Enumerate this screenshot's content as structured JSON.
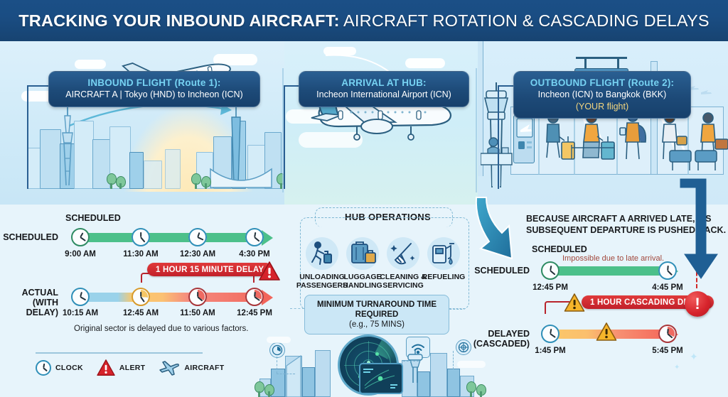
{
  "header": {
    "title_bold": "TRACKING YOUR INBOUND AIRCRAFT:",
    "title_light": " AIRCRAFT ROTATION & CASCADING DELAYS"
  },
  "badges": [
    {
      "line1": "INBOUND FLIGHT (Route 1):",
      "line2": "AIRCRAFT A | Tokyo (HND) to Incheon (ICN)",
      "line3": ""
    },
    {
      "line1": "ARRIVAL AT HUB:",
      "line2": "Incheon International Airport (ICN)",
      "line3": ""
    },
    {
      "line1": "OUTBOUND FLIGHT (Route 2):",
      "line2": "Incheon (ICN) to Bangkok (BKK)",
      "line3": "(YOUR flight)"
    }
  ],
  "left_panel": {
    "scheduled_row_label": "SCHEDULED",
    "scheduled_caption": "SCHEDULED",
    "scheduled_times": [
      "9:00 AM",
      "11:30 AM",
      "12:30 AM",
      "4:30 PM"
    ],
    "actual_row_label_line1": "ACTUAL",
    "actual_row_label_line2": "(WITH DELAY)",
    "actual_times": [
      "10:15 AM",
      "12:45 AM",
      "11:50 AM",
      "12:45 PM"
    ],
    "delay_pill": "1 HOUR 15 MINUTE DELAY",
    "footnote": "Original sector is delayed due to various factors."
  },
  "hub_panel": {
    "title": "HUB OPERATIONS",
    "operations": [
      {
        "icon": "passenger-walking-icon",
        "label_line1": "UNLOADING",
        "label_line2": "PASSENGERS"
      },
      {
        "icon": "suitcase-icon",
        "label_line1": "LUGGAGE",
        "label_line2": "HANDLING"
      },
      {
        "icon": "broom-sparkle-icon",
        "label_line1": "CLEANING &",
        "label_line2": "SERVICING"
      },
      {
        "icon": "fuel-pump-icon",
        "label_line1": "REFUELING",
        "label_line2": ""
      }
    ],
    "turnaround_line1": "MINIMUM TURNAROUND TIME REQUIRED",
    "turnaround_line2": "(e.g., 75 MINS)"
  },
  "right_panel": {
    "explanation_line1": "BECAUSE AIRCRAFT A ARRIVED LATE, ITS",
    "explanation_line2": "SUBSEQUENT DEPARTURE IS PUSHED BACK.",
    "scheduled_caption": "SCHEDULED",
    "scheduled_row_label": "SCHEDULED",
    "scheduled_note": "Impossible due to late arrival.",
    "scheduled_times": [
      "12:45 PM",
      "4:45 PM"
    ],
    "delayed_row_label_line1": "DELAYED",
    "delayed_row_label_line2": "(CASCADED)",
    "delayed_times": [
      "1:45 PM",
      "5:45 PM"
    ],
    "cascade_pill": "1 HOUR CASCADING DELAY"
  },
  "legend": {
    "items": [
      {
        "icon": "clock-icon",
        "label": "CLOCK"
      },
      {
        "icon": "alert-triangle-icon",
        "label": "ALERT"
      },
      {
        "icon": "aircraft-icon",
        "label": "AIRCRAFT"
      }
    ]
  },
  "colors": {
    "header_blue": "#1a4d83",
    "badge_accent": "#76d2f2",
    "your_flight_gold": "#f3d67f",
    "scheduled_green": "#4cc08a",
    "delay_red": "#c2202a",
    "delay_amber": "#fbc86a",
    "panel_bg": "#e7f4fb"
  }
}
